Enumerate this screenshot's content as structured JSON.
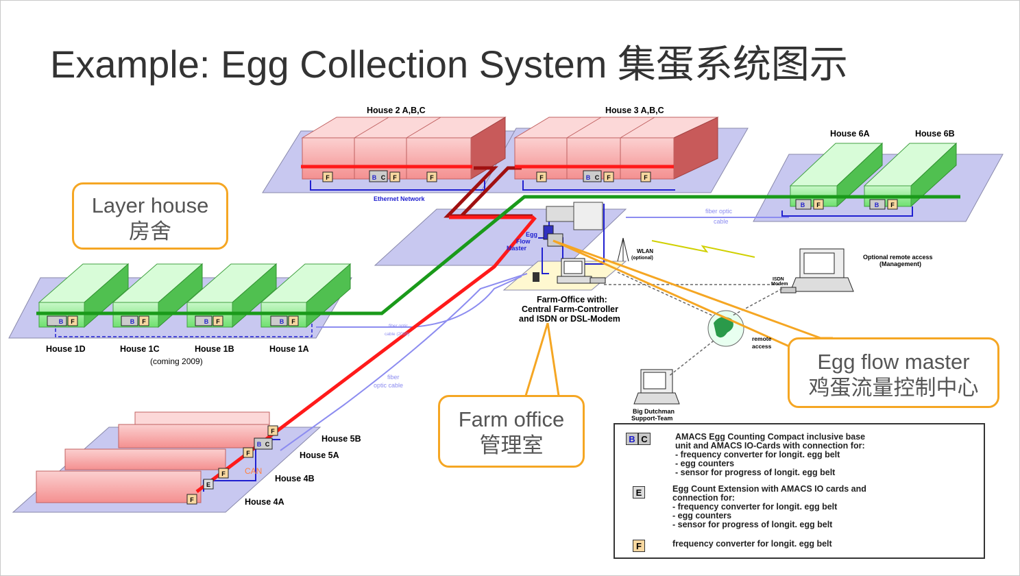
{
  "title": "Example: Egg Collection System 集蛋系统图示",
  "callouts": {
    "layer_house": {
      "line1": "Layer house",
      "line2": "房舍"
    },
    "farm_office": {
      "line1": "Farm office",
      "line2": "管理室"
    },
    "egg_flow_master": {
      "line1": "Egg flow master",
      "line2": "鸡蛋流量控制中心"
    }
  },
  "labels": {
    "house2": "House 2 A,B,C",
    "house3": "House 3 A,B,C",
    "house6a": "House 6A",
    "house6b": "House 6B",
    "ethernet": "Ethernet Network",
    "fiber_top_1": "fiber optic",
    "fiber_top_2": "cable",
    "egg_flow_1": "Egg",
    "egg_flow_2": "Flow",
    "egg_flow_3": "Master",
    "wlan_1": "WLAN",
    "wlan_2": "(optional)",
    "remote_opt_1": "Optional remote access",
    "remote_opt_2": "(Management)",
    "isdn_1": "ISDN",
    "isdn_2": "Modem",
    "farm_office_1": "Farm-Office with:",
    "farm_office_2": "Central Farm-Controller",
    "farm_office_3": "and ISDN or DSL-Modem",
    "remote_access_1": "remote",
    "remote_access_2": "access",
    "bd_1": "Big Dutchman",
    "bd_2": "Support-Team",
    "fiber_mid_1": "fiber optic",
    "fiber_mid_2": "cable (2009)",
    "fiber_low_1": "fiber",
    "fiber_low_2": "optic cable",
    "house1d": "House 1D",
    "house1c": "House 1C",
    "house1c_sub": "(coming 2009)",
    "house1b": "House 1B",
    "house1a": "House 1A",
    "house5b": "House 5B",
    "house5a": "House 5A",
    "house4b": "House 4B",
    "house4a": "House 4A",
    "can": "CAN"
  },
  "legend": {
    "bc_text": "AMACS Egg Counting Compact inclusive base\nunit and AMACS IO-Cards with connection for:\n- frequency converter for longit. egg belt\n- egg counters\n- sensor for progress of longit. egg belt",
    "e_text": "Egg Count Extension with AMACS IO cards and\nconnection for:\n- frequency converter for longit. egg belt\n- egg counters\n- sensor for progress of longit. egg belt",
    "f_text": "frequency converter for longit. egg belt",
    "badge_b": "B",
    "badge_c": "C",
    "badge_e": "E",
    "badge_f": "F"
  },
  "colors": {
    "accent_orange": "#f5a623",
    "platform": "#c8c8f0",
    "house_red": "#f4a0a0",
    "house_green": "#a0f0a0",
    "cable_red": "#ff1a1a",
    "cable_green": "#1a9a1a",
    "cable_blue": "#2020d0"
  }
}
